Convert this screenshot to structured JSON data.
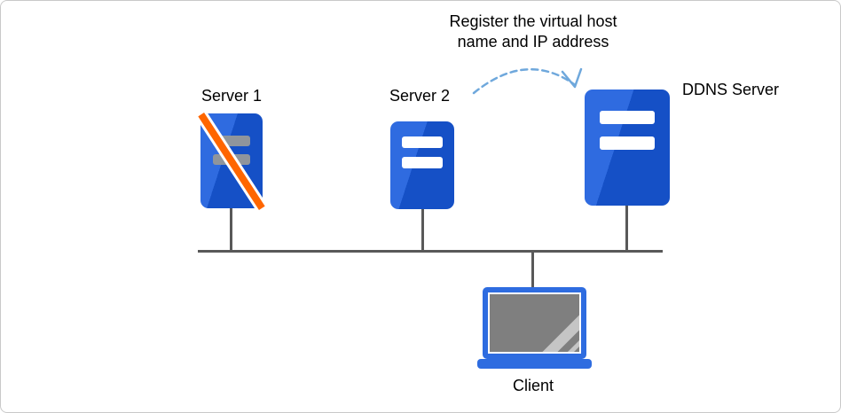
{
  "annotation": {
    "line1": "Register the virtual host",
    "line2": "name and IP address"
  },
  "nodes": {
    "server1": {
      "label": "Server 1",
      "status": "offline"
    },
    "server2": {
      "label": "Server 2",
      "status": "online"
    },
    "ddns": {
      "label": "DDNS Server",
      "status": "online"
    },
    "client": {
      "label": "Client"
    }
  },
  "colors": {
    "server_body": "#1550c6",
    "server_body_light": "#2f6be0",
    "bar_white": "#ffffff",
    "bar_gray": "#8f959c",
    "slash": "#ff6600",
    "bus": "#595959",
    "arrow": "#6fa8dc",
    "laptop_frame": "#2e6ce0",
    "laptop_screen": "#7f7f7f"
  }
}
